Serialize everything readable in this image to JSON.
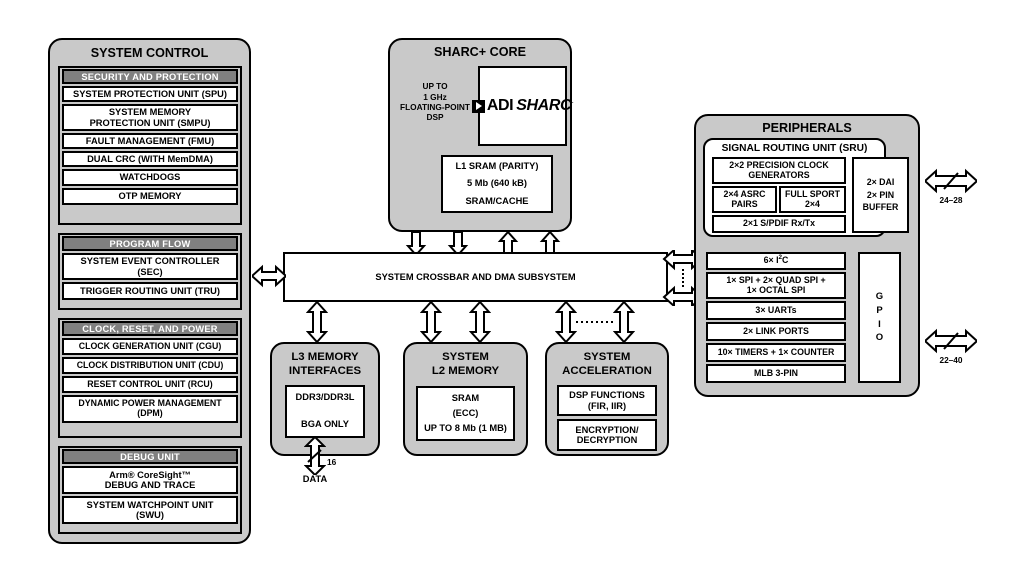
{
  "diagram": {
    "title": "SHARC+ processor block diagram",
    "colors": {
      "panel": "#c9c9c9",
      "header_bar": "#808080",
      "box": "#ffffff",
      "line": "#000000"
    }
  },
  "system_control": {
    "title": "SYSTEM CONTROL",
    "groups": [
      {
        "header": "SECURITY AND PROTECTION",
        "items": [
          "SYSTEM PROTECTION UNIT (SPU)",
          "SYSTEM MEMORY\nPROTECTION UNIT (SMPU)",
          "FAULT MANAGEMENT (FMU)",
          "DUAL CRC (WITH MemDMA)",
          "WATCHDOGS",
          "OTP MEMORY"
        ]
      },
      {
        "header": "PROGRAM FLOW",
        "items": [
          "SYSTEM EVENT CONTROLLER\n(SEC)",
          "TRIGGER ROUTING UNIT (TRU)"
        ]
      },
      {
        "header": "CLOCK, RESET, AND POWER",
        "items": [
          "CLOCK GENERATION UNIT (CGU)",
          "CLOCK DISTRIBUTION UNIT (CDU)",
          "RESET CONTROL UNIT (RCU)",
          "DYNAMIC POWER MANAGEMENT\n(DPM)"
        ]
      },
      {
        "header": "DEBUG UNIT",
        "items": [
          "Arm® CoreSight™\nDEBUG AND TRACE",
          "SYSTEM WATCHPOINT UNIT\n(SWU)"
        ]
      }
    ]
  },
  "sharc_core": {
    "title": "SHARC+ CORE",
    "spec": "UP TO\n1 GHz\nFLOATING-POINT\nDSP",
    "logo": {
      "mark": "play-triangle",
      "brand": "ADI",
      "family": "SHARC",
      "trademark": "˝"
    },
    "l1": "L1 SRAM (PARITY)\n5 Mb (640 kB)\nSRAM/CACHE"
  },
  "crossbar": {
    "label": "SYSTEM CROSSBAR AND DMA SUBSYSTEM"
  },
  "l3_memory": {
    "title": "L3 MEMORY\nINTERFACES",
    "box": "DDR3/DDR3L\n\nBGA ONLY",
    "bus_width": "16",
    "bus_label": "DATA"
  },
  "l2_memory": {
    "title": "SYSTEM\nL2 MEMORY",
    "box": "SRAM\n(ECC)\nUP TO 8 Mb (1 MB)"
  },
  "acceleration": {
    "title": "SYSTEM\nACCELERATION",
    "boxes": [
      "DSP FUNCTIONS\n(FIR, IIR)",
      "ENCRYPTION/\nDECRYPTION"
    ]
  },
  "peripherals": {
    "title": "PERIPHERALS",
    "sru": {
      "title": "SIGNAL ROUTING UNIT (SRU)",
      "clock_gen": "2×2 PRECISION CLOCK\nGENERATORS",
      "asrc": "2×4 ASRC\nPAIRS",
      "sport": "FULL SPORT\n2×4",
      "spdif": "2×1 S/PDIF Rx/Tx",
      "dai": "2× DAI\n2× PIN\nBUFFER"
    },
    "items": [
      "6× I2C",
      "1× SPI + 2× QUAD SPI +\n1× OCTAL SPI",
      "3× UARTs",
      "2× LINK PORTS",
      "10× TIMERS + 1× COUNTER",
      "MLB 3-PIN"
    ],
    "gpio": "GPIO"
  },
  "io_labels": {
    "dai_pins": "24–28",
    "gpio_pins": "22–40"
  }
}
